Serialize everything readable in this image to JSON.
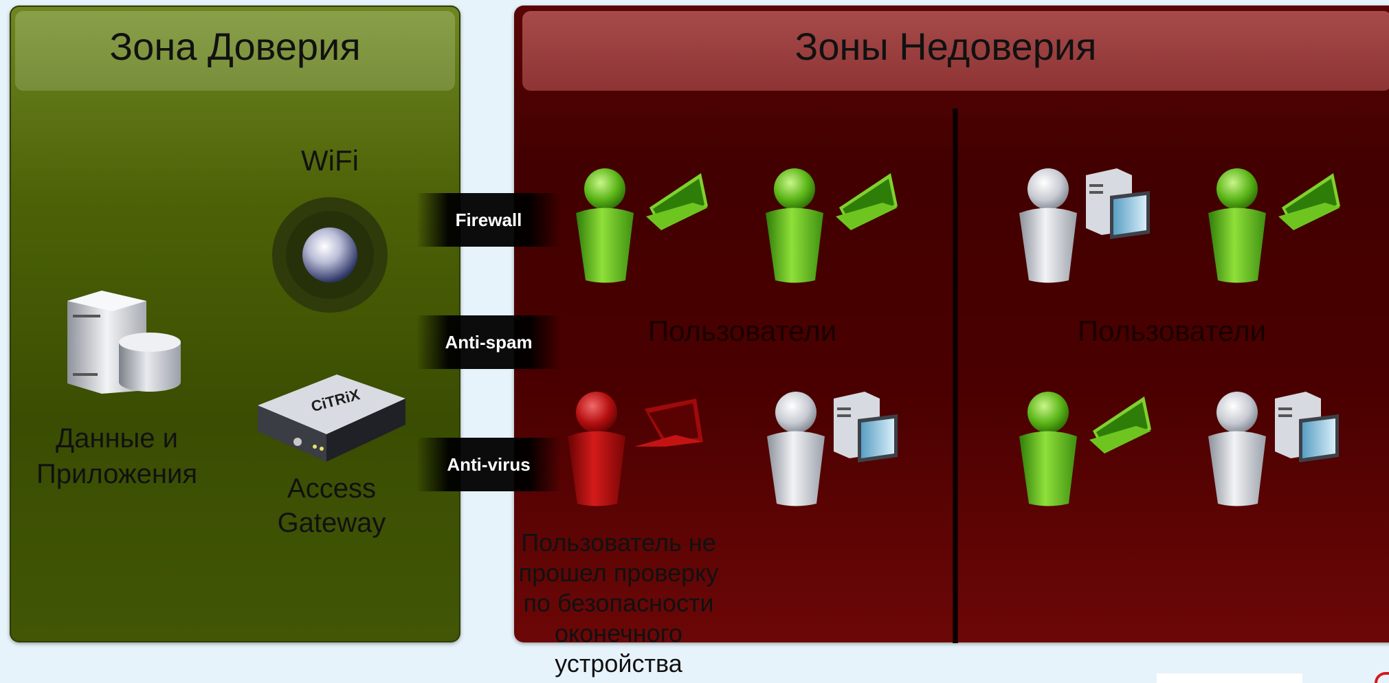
{
  "trust_zone": {
    "title": "Зона Доверия",
    "wifi_label": "WiFi",
    "data_label_line1": "Данные и",
    "data_label_line2": "Приложения",
    "gateway_label_line1": "Access",
    "gateway_label_line2": "Gateway",
    "gateway_brand": "CiTRiX"
  },
  "security_layers": [
    "Firewall",
    "Anti-spam",
    "Anti-virus"
  ],
  "untrust_zone": {
    "title": "Зоны Недоверия",
    "left_group_label": "Пользователи",
    "right_group_label": "Пользователи",
    "failed_user_note": [
      "Пользователь не",
      "прошел проверку",
      "по безопасности",
      "оконечного",
      "устройства"
    ]
  },
  "colors": {
    "trusted_user": "#5cb81a",
    "failed_user": "#b30d0d",
    "neutral_user": "#c9ccd4",
    "trust_zone": "#4d6207",
    "untrust_zone": "#4a0000"
  }
}
